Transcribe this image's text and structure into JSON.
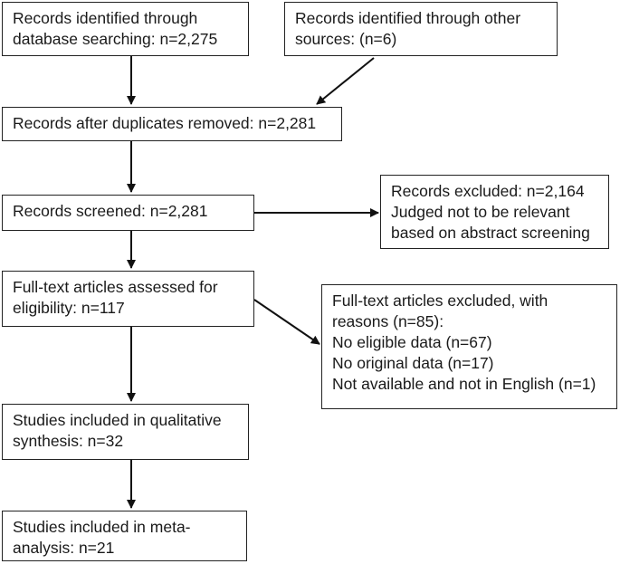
{
  "boxes": {
    "db_search": {
      "lines": [
        "Records identified through",
        "database searching: n=2,275"
      ]
    },
    "other_sources": {
      "lines": [
        "Records identified through other",
        "sources: (n=6)"
      ]
    },
    "after_duplicates": {
      "lines": [
        "Records after duplicates removed: n=2,281"
      ]
    },
    "screened": {
      "lines": [
        "Records screened: n=2,281"
      ]
    },
    "excluded": {
      "lines": [
        "Records excluded: n=2,164",
        "Judged not to be relevant",
        "based on abstract screening"
      ]
    },
    "full_text": {
      "lines": [
        "Full-text articles assessed for",
        "eligibility: n=117"
      ]
    },
    "full_text_excluded": {
      "lines": [
        "Full-text articles excluded, with",
        "reasons (n=85):",
        "No eligible data (n=67)",
        "No original data (n=17)",
        "Not available and not in English (n=1)"
      ]
    },
    "qualitative": {
      "lines": [
        "Studies included in qualitative",
        "synthesis: n=32"
      ]
    },
    "meta": {
      "lines": [
        "Studies included in meta-",
        "analysis: n=21"
      ]
    }
  }
}
